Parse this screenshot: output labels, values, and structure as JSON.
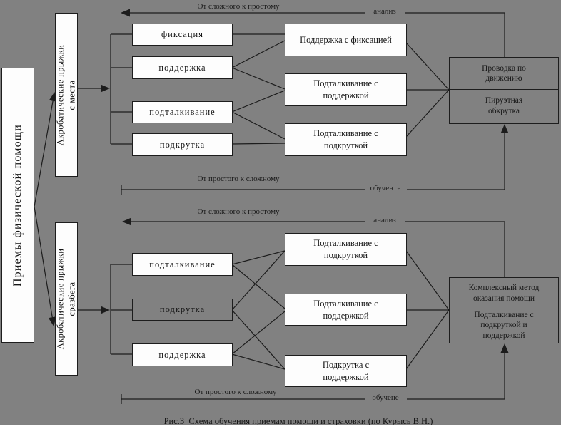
{
  "diagram": {
    "root_label": "Приемы физической помощи",
    "caption": "Рис.3  Схема обучения приемам помощи и страховки (по Курысь В.Н.)",
    "colors": {
      "background": "#818181",
      "box_fill_white": "#fdfdfd",
      "box_fill_gray": "#818181",
      "line": "#1c1c1c",
      "text": "#161616"
    },
    "top_group": {
      "branch_label": "Акробатические прыжки\nс места",
      "analysis_direction": "От сложного к простому",
      "analysis_label": "анализ",
      "training_direction": "От простого к сложному",
      "training_label": "обучен  е",
      "techniques": [
        "фиксация",
        "поддержка",
        "подталкивание",
        "подкрутка"
      ],
      "combinations": [
        "Поддержка с фиксацией",
        "Подталкивание с\nподдержкой",
        "Подталкивание с\nподкруткой"
      ],
      "result_primary": "Проводка по\nдвижению",
      "result_secondary": "Пируэтная\nобкрутка"
    },
    "bottom_group": {
      "branch_label": "Акробатические прыжки\nсразбега",
      "analysis_direction": "От сложного к простому",
      "analysis_label": "анализ",
      "training_direction": "От простого к сложному",
      "training_label": "обучене",
      "techniques": [
        "подталкивание",
        "подкрутка",
        "поддержка"
      ],
      "combinations": [
        "Подталкивание с\nподкруткой",
        "Подталкивание с\nподдержкой",
        "Подкрутка с\nподдержкой"
      ],
      "result_primary": "Комплексный метод\nоказания помощи",
      "result_secondary": "Подталкивание с\nподкруткой и\nподдержкой"
    }
  }
}
